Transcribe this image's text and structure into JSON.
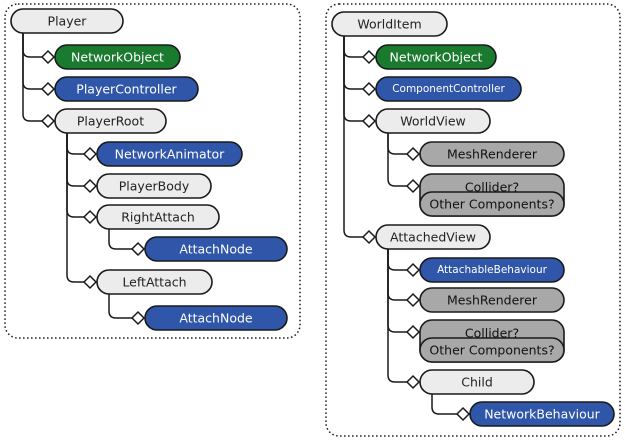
{
  "colors": {
    "green": "#1a7a2e",
    "blue": "#2f56a8",
    "light": "#ececec",
    "gray": "#a8a8a8",
    "border": "#1a1a1a"
  },
  "trees": [
    {
      "name": "player-hierarchy",
      "nodes": [
        {
          "id": "player",
          "label": "Player",
          "style": "light",
          "parent": null
        },
        {
          "id": "player-networkobject",
          "label": "NetworkObject",
          "style": "green",
          "parent": "player"
        },
        {
          "id": "player-playercontroller",
          "label": "PlayerController",
          "style": "blue",
          "parent": "player"
        },
        {
          "id": "player-playerroot",
          "label": "PlayerRoot",
          "style": "light",
          "parent": "player"
        },
        {
          "id": "playerroot-networkanimator",
          "label": "NetworkAnimator",
          "style": "blue",
          "parent": "player-playerroot"
        },
        {
          "id": "playerroot-playerbody",
          "label": "PlayerBody",
          "style": "light",
          "parent": "player-playerroot"
        },
        {
          "id": "playerroot-rightattach",
          "label": "RightAttach",
          "style": "light",
          "parent": "player-playerroot"
        },
        {
          "id": "rightattach-attachnode",
          "label": "AttachNode",
          "style": "blue",
          "parent": "playerroot-rightattach"
        },
        {
          "id": "playerroot-leftattach",
          "label": "LeftAttach",
          "style": "light",
          "parent": "player-playerroot"
        },
        {
          "id": "leftattach-attachnode",
          "label": "AttachNode",
          "style": "blue",
          "parent": "playerroot-leftattach"
        }
      ]
    },
    {
      "name": "worlditem-hierarchy",
      "nodes": [
        {
          "id": "worlditem",
          "label": "WorldItem",
          "style": "light",
          "parent": null
        },
        {
          "id": "worlditem-networkobject",
          "label": "NetworkObject",
          "style": "green",
          "parent": "worlditem"
        },
        {
          "id": "worlditem-componentcontroller",
          "label": "ComponentController",
          "style": "blue",
          "parent": "worlditem"
        },
        {
          "id": "worlditem-worldview",
          "label": "WorldView",
          "style": "light",
          "parent": "worlditem"
        },
        {
          "id": "worldview-meshrenderer",
          "label": "MeshRenderer",
          "style": "gray",
          "parent": "worlditem-worldview"
        },
        {
          "id": "worldview-collider",
          "label": "Collider?",
          "label2": "Other Components?",
          "style": "gray",
          "parent": "worlditem-worldview"
        },
        {
          "id": "worlditem-attachedview",
          "label": "AttachedView",
          "style": "light",
          "parent": "worlditem"
        },
        {
          "id": "attachedview-attachablebehaviour",
          "label": "AttachableBehaviour",
          "style": "blue",
          "parent": "worlditem-attachedview"
        },
        {
          "id": "attachedview-meshrenderer",
          "label": "MeshRenderer",
          "style": "gray",
          "parent": "worlditem-attachedview"
        },
        {
          "id": "attachedview-collider",
          "label": "Collider?",
          "label2": "Other Components?",
          "style": "gray",
          "parent": "worlditem-attachedview"
        },
        {
          "id": "attachedview-child",
          "label": "Child",
          "style": "light",
          "parent": "worlditem-attachedview"
        },
        {
          "id": "child-networkbehaviour",
          "label": "NetworkBehaviour",
          "style": "blue",
          "parent": "attachedview-child"
        }
      ]
    }
  ]
}
